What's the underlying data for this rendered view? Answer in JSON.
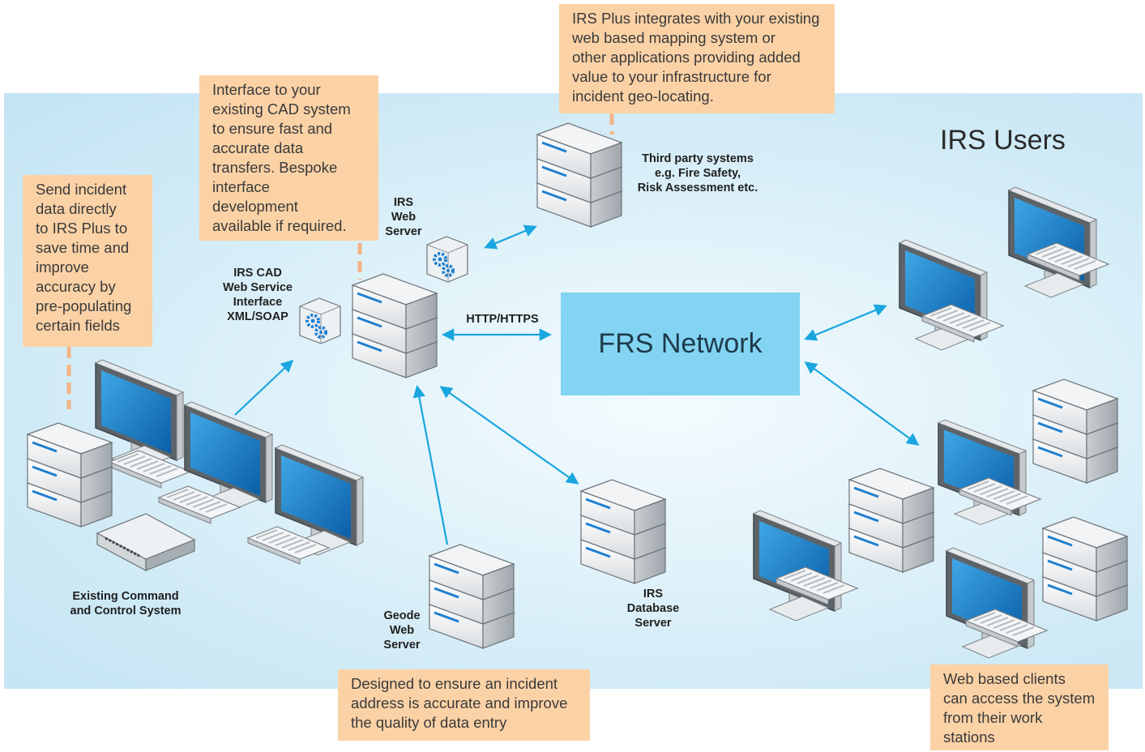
{
  "network_label": "FRS Network",
  "users_title": "IRS Users",
  "protocol_label": "HTTP/HTTPS",
  "nodes": {
    "existing_system": "Existing Command\nand Control System",
    "cad_interface": "IRS CAD\nWeb Service\nInterface\nXML/SOAP",
    "web_server": "IRS\nWeb\nServer",
    "third_party": "Third party systems\ne.g. Fire Safety,\nRisk Assessment etc.",
    "geode_server": "Geode\nWeb\nServer",
    "database_server": "IRS\nDatabase\nServer"
  },
  "notes": {
    "send_incident": "Send incident\ndata directly\nto IRS Plus to\nsave time and\nimprove\naccuracy by\npre-populating\ncertain fields",
    "cad_interface": "Interface to your\nexisting CAD system\nto ensure fast and\naccurate data\ntransfers. Bespoke\ninterface\ndevelopment\navailable if required.",
    "irs_plus_integrates": "IRS Plus integrates with your existing\nweb based mapping system or\nother applications providing added\nvalue to your infrastructure for\nincident geo-locating.",
    "geode_designed": "Designed to ensure an incident\naddress is accurate and improve\nthe quality of data entry",
    "web_clients": "Web based clients\ncan access the system\nfrom their work\nstations"
  },
  "colors": {
    "background_panel": "#cfeaf6",
    "network_box": "#82d4f2",
    "note_box": "#fbd2a6",
    "arrow": "#1aa6df",
    "dashed_connector": "#f4b487"
  }
}
